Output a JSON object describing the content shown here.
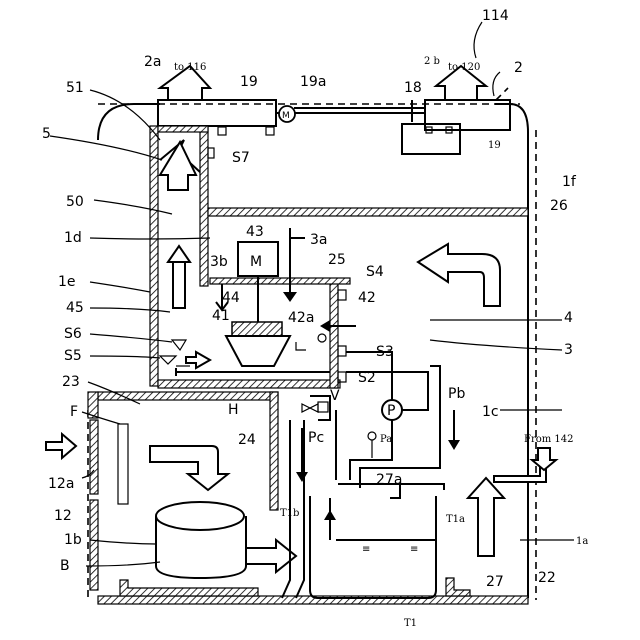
{
  "labels": {
    "l114": "114",
    "l2": "2",
    "l2a": "2a",
    "lto116": "to 116",
    "l2b": "2 b",
    "lto120": "to 120",
    "l19top": "19",
    "l19a": "19a",
    "l18": "18",
    "l19sm": "19",
    "l51": "51",
    "l5": "5",
    "lS7": "S7",
    "l1f": "1f",
    "l50": "50",
    "l26": "26",
    "l1d": "1d",
    "l43": "43",
    "lM": "M",
    "l3a": "3a",
    "l3b": "3b",
    "l25": "25",
    "lS4": "S4",
    "l1e": "1e",
    "l44": "44",
    "l42": "42",
    "l45": "45",
    "l41": "41",
    "l42a": "42a",
    "l4": "4",
    "lS6": "S6",
    "l3": "3",
    "lS5": "S5",
    "lS3": "S3",
    "lS2": "S2",
    "l23": "23",
    "lH": "H",
    "lV": "V",
    "lP": "P",
    "lPb": "Pb",
    "l1c": "1c",
    "lF": "F",
    "l24": "24",
    "lPc": "Pc",
    "lPa": "Pa",
    "lFrom142": "From 142",
    "l12a": "12a",
    "l27a": "27a",
    "lT1b": "T1b",
    "lT1a": "T1a",
    "l12": "12",
    "l1b": "1b",
    "l1a": "1a",
    "lB": "B",
    "l27": "27",
    "l22": "22",
    "lT1": "T1"
  }
}
